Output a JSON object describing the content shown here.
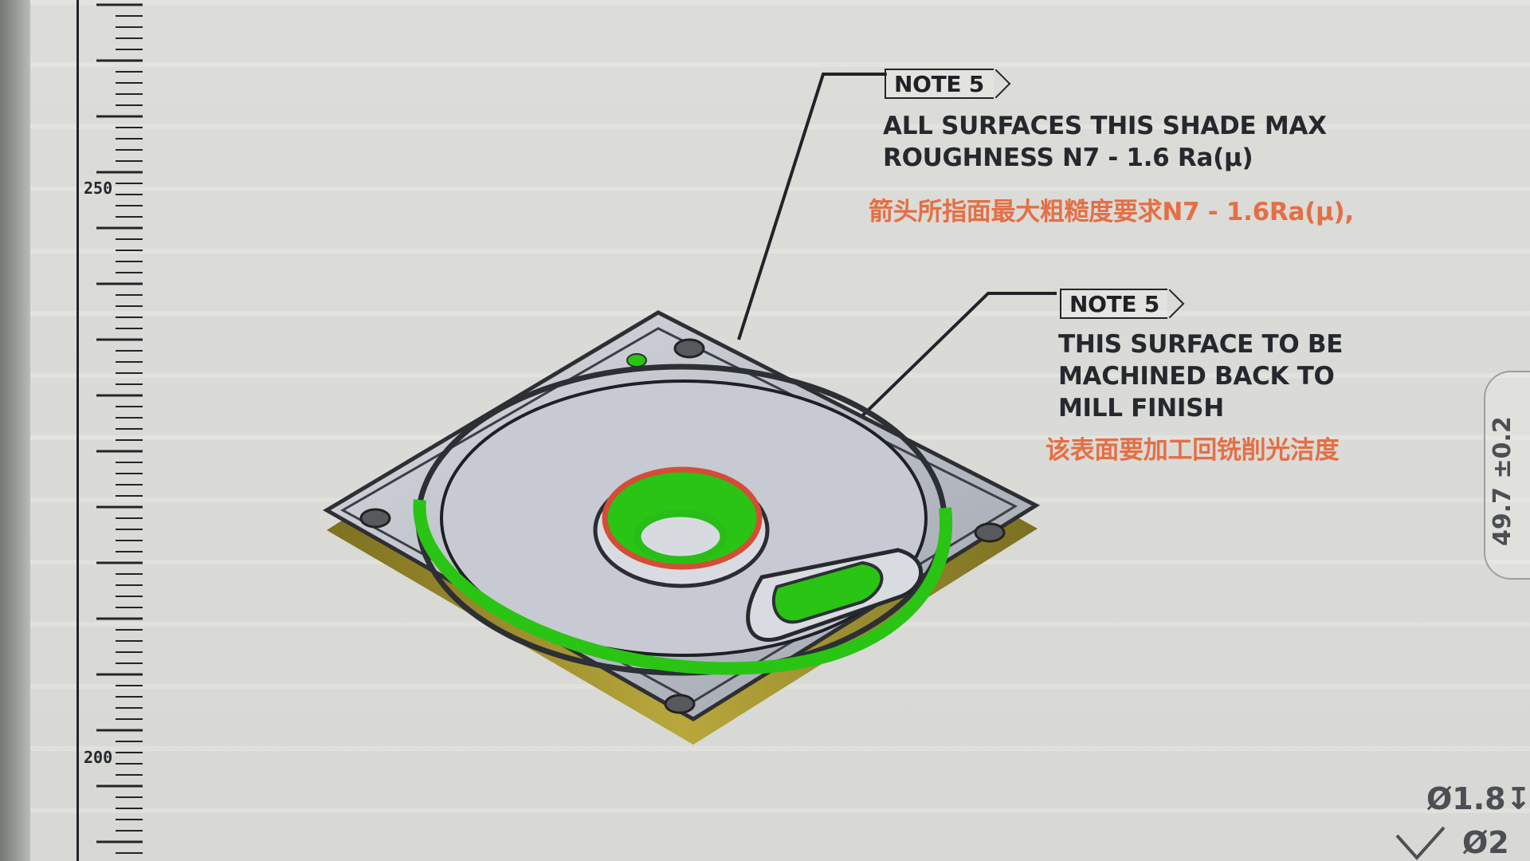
{
  "ruler": {
    "labels": [
      "250",
      "200"
    ]
  },
  "notes": [
    {
      "tag": "NOTE 5",
      "lines": [
        "ALL SURFACES THIS SHADE MAX",
        "ROUGHNESS N7 - 1.6 Ra(μ)"
      ],
      "cn": "箭头所指面最大粗糙度要求N7 - 1.6Ra(μ),"
    },
    {
      "tag": "NOTE 5",
      "lines": [
        "THIS SURFACE TO BE",
        "MACHINED BACK TO",
        "MILL FINISH"
      ],
      "cn": "该表面要加工回铣削光洁度"
    }
  ],
  "dimensions": {
    "side": "49.7 ±0.2",
    "bottom_1": "Ø1.8↧",
    "bottom_2": "Ø2"
  },
  "colors": {
    "note_text": "#25282d",
    "cn_text": "#e46f45",
    "part_green": "#29c414",
    "part_outline": "#2d2f33",
    "body": "#b8bcc4",
    "side_face": "#9e8f2c"
  }
}
